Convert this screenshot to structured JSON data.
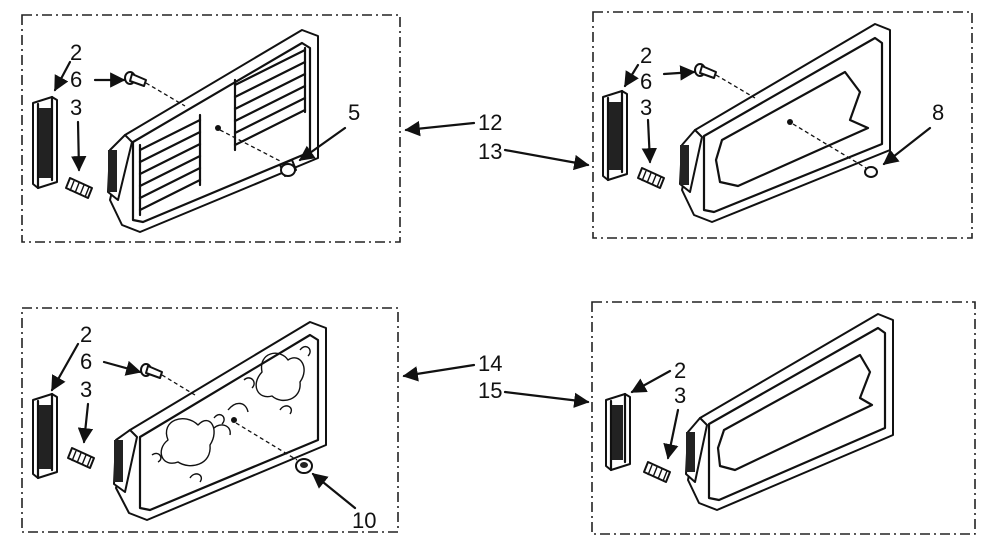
{
  "panels": {
    "top_left": {
      "labels": {
        "a": "2",
        "b": "6",
        "c": "3",
        "d": "5"
      }
    },
    "top_right": {
      "labels": {
        "a": "2",
        "b": "6",
        "c": "3",
        "d": "8"
      }
    },
    "bottom_left": {
      "labels": {
        "a": "2",
        "b": "6",
        "c": "3",
        "d": "10"
      }
    },
    "bottom_right": {
      "labels": {
        "a": "2",
        "b": "3"
      }
    }
  },
  "callouts": {
    "c12": "12",
    "c13": "13",
    "c14": "14",
    "c15": "15"
  }
}
